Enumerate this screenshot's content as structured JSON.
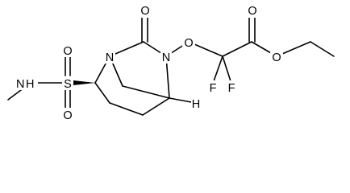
{
  "molecule": {
    "atoms": {
      "O_ketone": "O",
      "N_bridge_left": "N",
      "N_bridge_right": "N",
      "O_ether": "O",
      "O_ester_carbonyl": "O",
      "O_ester": "O",
      "S_sulfonyl": "S",
      "O_sulfonyl_top": "O",
      "O_sulfonyl_bottom": "O",
      "N_amine": "N",
      "H_amine": "H",
      "F_left": "F",
      "F_right": "F",
      "H_stereo": "H"
    }
  }
}
